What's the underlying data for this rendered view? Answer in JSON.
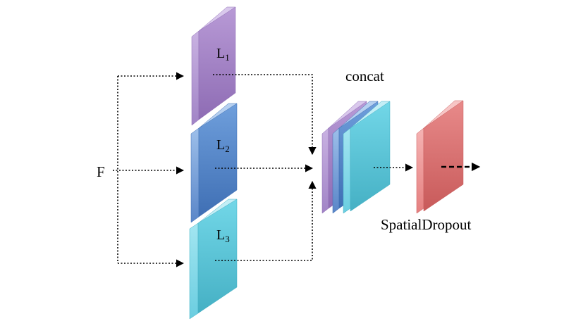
{
  "input_label": "F",
  "layers": [
    {
      "letter": "L",
      "subscript": "1",
      "color": "#a889c8"
    },
    {
      "letter": "L",
      "subscript": "2",
      "color": "#5f8fcf"
    },
    {
      "letter": "L",
      "subscript": "3",
      "color": "#5fc7da"
    }
  ],
  "concat_label": "concat",
  "dropout_label": "SpatialDropout",
  "colors": {
    "purple": "#a889c8",
    "blue": "#5f8fcf",
    "cyan": "#5fc7da",
    "red": "#de7474",
    "arrow": "#000000"
  }
}
